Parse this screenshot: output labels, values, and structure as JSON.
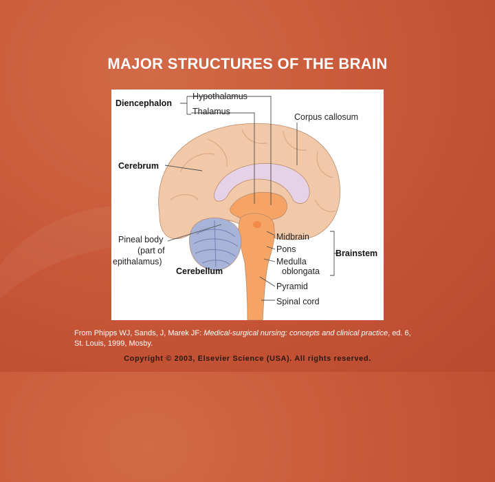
{
  "title": "MAJOR STRUCTURES OF THE BRAIN",
  "diagram": {
    "labels": {
      "diencephalon": "Diencephalon",
      "hypothalamus": "Hypothalamus",
      "thalamus": "Thalamus",
      "corpus_callosum": "Corpus callosum",
      "cerebrum": "Cerebrum",
      "pineal_1": "Pineal body",
      "pineal_2": "(part of",
      "pineal_3": "epithalamus)",
      "cerebellum": "Cerebellum",
      "midbrain": "Midbrain",
      "pons": "Pons",
      "medulla_1": "Medulla",
      "medulla_2": "oblongata",
      "brainstem": "Brainstem",
      "pyramid": "Pyramid",
      "spinal_cord": "Spinal cord"
    },
    "colors": {
      "cerebrum": "#f2c9a8",
      "corpus_callosum": "#e6d2e6",
      "brainstem": "#f5a466",
      "cerebellum": "#a7b4d8"
    }
  },
  "citation": {
    "prefix": "From Phipps WJ, Sands, J, Marek JF: ",
    "title": "Medical-surgical nursing: concepts and clinical practice",
    "suffix": ", ed. 6, St. Louis, 1999, Mosby."
  },
  "copyright": "Copyright © 2003, Elsevier Science (USA). All rights reserved."
}
